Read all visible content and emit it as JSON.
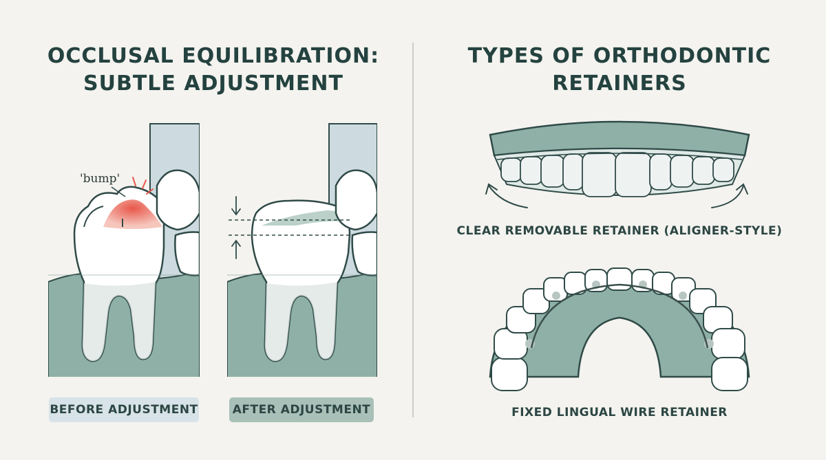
{
  "left_section": {
    "title_line1": "OCCLUSAL EQUILIBRATION:",
    "title_line2": "SUBTLE ADJUSTMENT",
    "bump_label": "'bump'",
    "before_label": "BEFORE ADJUSTMENT",
    "after_label": "AFTER ADJUSTMENT"
  },
  "right_section": {
    "title_line1": "TYPES OF ORTHODONTIC",
    "title_line2": "RETAINERS",
    "clear_label": "CLEAR REMOVABLE RETAINER (ALIGNER-STYLE)",
    "fixed_label": "FIXED LINGUAL WIRE RETAINER"
  },
  "colors": {
    "background": "#f4f3ef",
    "gum": "#8fb0a7",
    "bump_highlight": "#e8574a",
    "ink": "#24423f"
  }
}
